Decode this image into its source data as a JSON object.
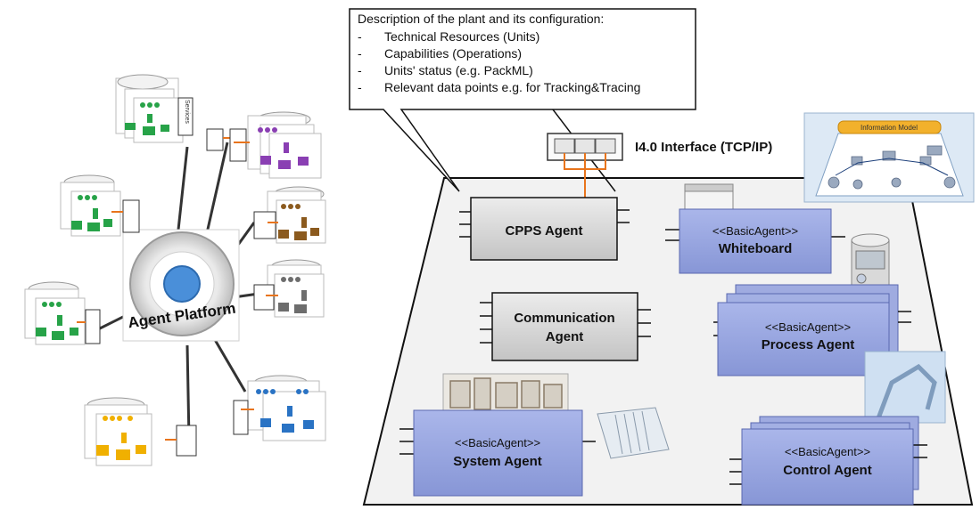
{
  "description": {
    "title": "Description of the plant and its configuration:",
    "items": [
      "Technical Resources (Units)",
      "Capabilities (Operations)",
      "Units' status (e.g. PackML)",
      "Relevant data points e.g. for Tracking&Tracing"
    ]
  },
  "interface_label": "I4.0 Interface (TCP/IP)",
  "information_model_label": "Information Model",
  "agent_platform_label": "Agent Platform",
  "services_label": "Services",
  "agents": {
    "cpps": {
      "name": "CPPS Agent"
    },
    "communication": {
      "name": "Communication Agent",
      "line1": "Communication",
      "line2": "Agent"
    },
    "whiteboard": {
      "stereotype": "<<BasicAgent>>",
      "name": "Whiteboard"
    },
    "process": {
      "stereotype": "<<BasicAgent>>",
      "name": "Process Agent"
    },
    "system": {
      "stereotype": "<<BasicAgent>>",
      "name": "System Agent"
    },
    "control": {
      "stereotype": "<<BasicAgent>>",
      "name": "Control Agent"
    }
  },
  "colors": {
    "basic_agent_fill": "#9aa8e0",
    "agent_fill": "#d3d3d3",
    "platform_fill": "#f2f2f2",
    "interface_line": "#e8741c",
    "plant_green": "#27a348",
    "plant_purple": "#8a3fb3",
    "plant_brown": "#8b5a1e",
    "plant_gray": "#6d6d6d",
    "plant_blue": "#2a73c4",
    "plant_yellow": "#f0b000",
    "platform_circle": "#4a8fd9"
  }
}
